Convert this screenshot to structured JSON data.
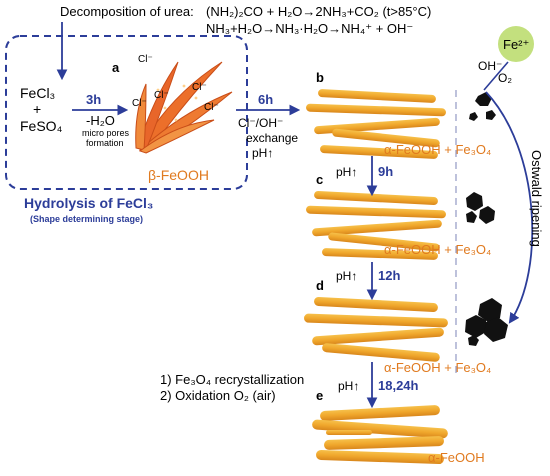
{
  "header": {
    "decomposition_label": "Decomposition of urea:",
    "reaction_1": "(NH₂)₂CO + H₂O→2NH₃+CO₂ (t>85°C)",
    "reaction_2": "NH₃+H₂O→NH₃·H₂O→NH₄⁺ + OH⁻"
  },
  "hydrolysis_box": {
    "reagent_1": "FeCl₃",
    "plus": "+",
    "reagent_2": "FeSO₄",
    "time": "3h",
    "water_loss": "-H₂O",
    "pores_line_1": "micro pores",
    "pores_line_2": "formation",
    "product": "β-FeOOH",
    "chloride_label": "Cl⁻",
    "title": "Hydrolysis of FeCl₃",
    "subtitle": "(Shape determining stage)"
  },
  "stage_labels": [
    "a",
    "b",
    "c",
    "d",
    "e"
  ],
  "transition_ab": {
    "time": "6h",
    "line_1": "Cl⁻/OH⁻",
    "line_2": "exchange",
    "line_3": "pH↑"
  },
  "steps": [
    {
      "ph": "pH↑",
      "time": "9h"
    },
    {
      "ph": "pH↑",
      "time": "12h"
    },
    {
      "ph": "pH↑",
      "time": "18,24h"
    }
  ],
  "products": [
    "α-FeOOH + Fe₃O₄",
    "α-FeOOH + Fe₃O₄",
    "α-FeOOH + Fe₃O₄",
    "α-FeOOH"
  ],
  "final_notes": [
    "1) Fe₃O₄ recrystallization",
    "2) Oxidation O₂ (air)"
  ],
  "iron_source": {
    "ion": "Fe²⁺",
    "hydroxide": "OH⁻",
    "oxygen": "O₂"
  },
  "ostwald_label": "Ostwald ripening",
  "colors": {
    "arrow_blue": "#2c3d99",
    "rod_orange": "#f0a72c",
    "text_orange": "#e07a1f",
    "fe_circle": "#c3e07e"
  }
}
